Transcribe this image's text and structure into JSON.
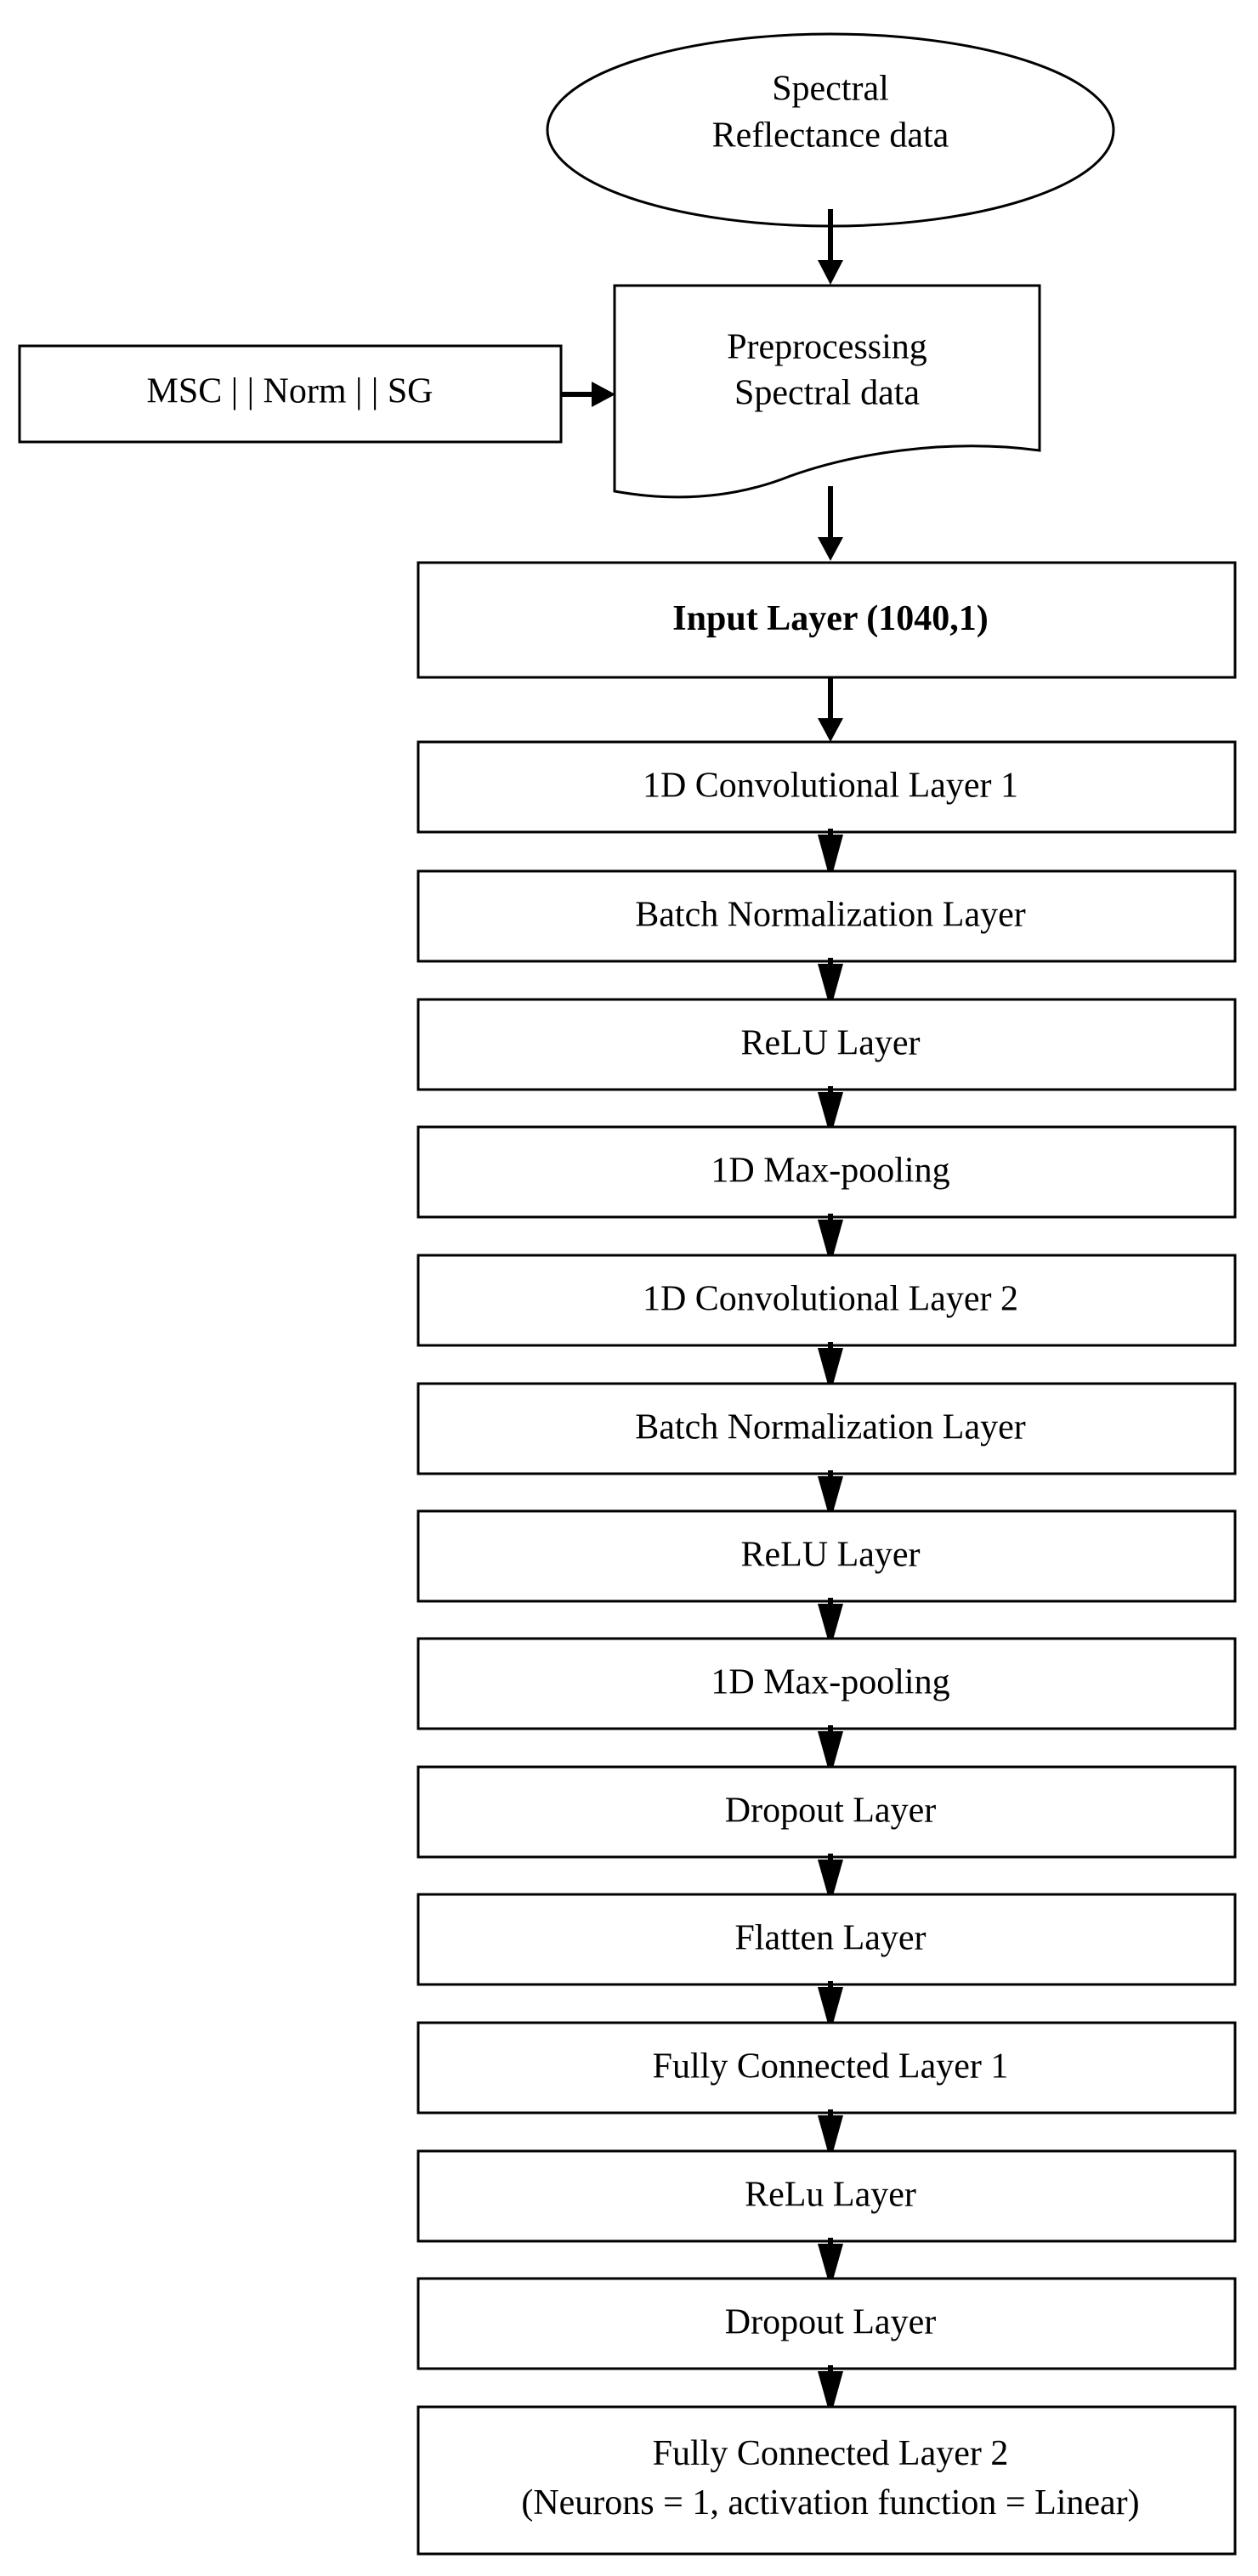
{
  "start": {
    "line1": "Spectral",
    "line2": "Reflectance data"
  },
  "preprocess": {
    "line1": "Preprocessing",
    "line2": "Spectral data"
  },
  "options": "MSC | | Norm | | SG",
  "layers": [
    {
      "text": "Input Layer (1040,1)",
      "bold": true
    },
    {
      "text": "1D Convolutional Layer 1"
    },
    {
      "text": "Batch Normalization Layer"
    },
    {
      "text": "ReLU Layer"
    },
    {
      "text": "1D Max-pooling"
    },
    {
      "text": "1D Convolutional Layer 2"
    },
    {
      "text": "Batch Normalization Layer"
    },
    {
      "text": "ReLU Layer"
    },
    {
      "text": "1D Max-pooling"
    },
    {
      "text": "Dropout Layer"
    },
    {
      "text": "Flatten Layer"
    },
    {
      "text": "Fully Connected Layer 1"
    },
    {
      "text": "ReLu Layer"
    },
    {
      "text": "Dropout Layer"
    },
    {
      "text": "Fully Connected Layer 2",
      "text2": "(Neurons = 1, activation function = Linear)"
    }
  ]
}
